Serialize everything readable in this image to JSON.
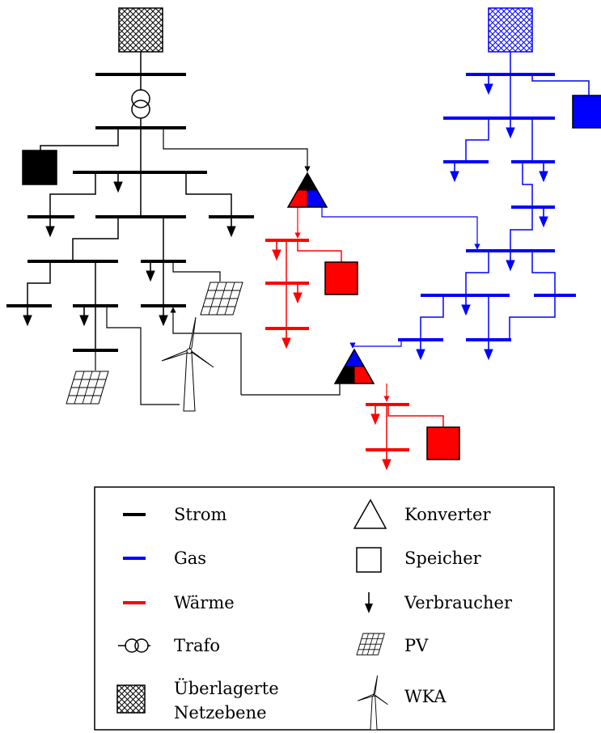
{
  "colors": {
    "strom": "#000000",
    "gas": "#0000ff",
    "waerme": "#ff0000"
  },
  "legend": {
    "strom": "Strom",
    "gas": "Gas",
    "waerme": "Wärme",
    "trafo": "Trafo",
    "ueberlagerte_line1": "Überlagerte",
    "ueberlagerte_line2": "Netzebene",
    "konverter": "Konverter",
    "speicher": "Speicher",
    "verbraucher": "Verbraucher",
    "pv": "PV",
    "wka": "WKA"
  }
}
